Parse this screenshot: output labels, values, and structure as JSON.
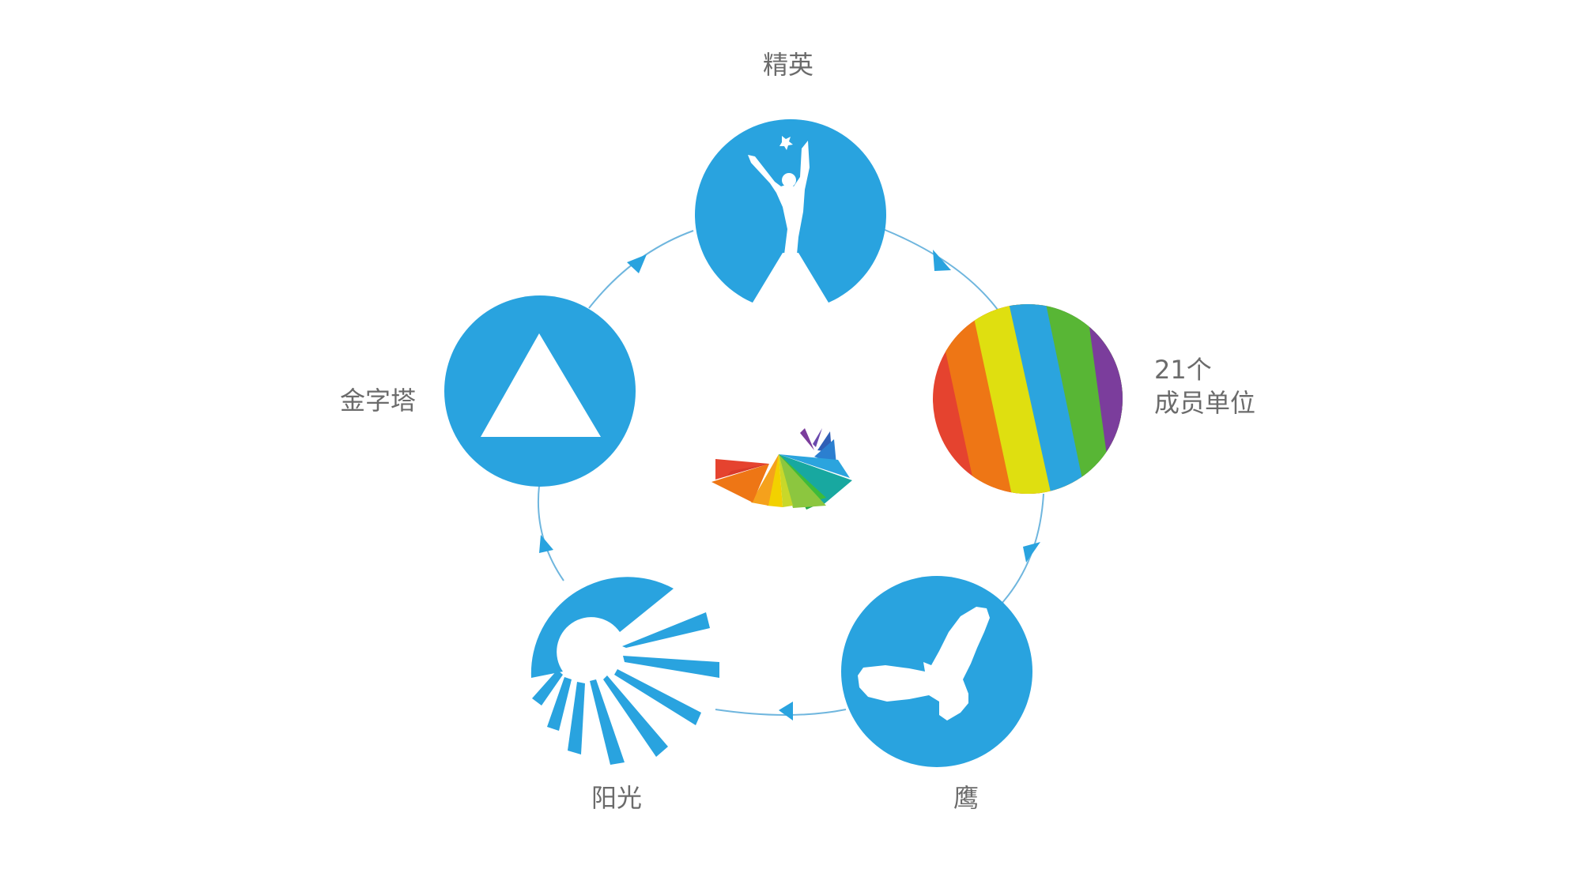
{
  "diagram": {
    "type": "cycle",
    "accent_color": "#29a3df",
    "ring_color": "#6fb6de",
    "label_color": "#6b6b6b",
    "center_logo": {
      "icon": "rainbow-bird-logo-icon"
    },
    "nodes": [
      {
        "id": "elite",
        "label": "精英",
        "icon": "person-reaching-star-icon"
      },
      {
        "id": "members",
        "label_line1": "21个",
        "label_line2": "成员单位",
        "icon": "rainbow-stripes-icon",
        "stripe_colors": [
          "#e5432f",
          "#ee7615",
          "#dfdf10",
          "#2ba4de",
          "#58b635",
          "#7b3d9c"
        ]
      },
      {
        "id": "eagle",
        "label": "鹰",
        "icon": "eagle-icon"
      },
      {
        "id": "sunshine",
        "label": "阳光",
        "icon": "sun-rays-icon"
      },
      {
        "id": "pyramid",
        "label": "金字塔",
        "icon": "triangle-pyramid-icon"
      }
    ],
    "flow_direction": "clockwise"
  }
}
